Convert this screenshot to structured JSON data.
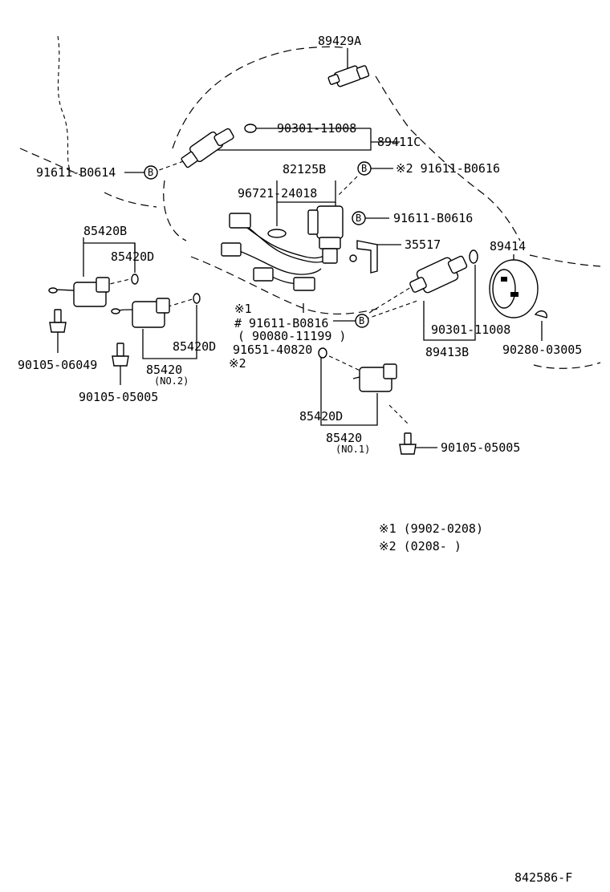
{
  "labels": {
    "p89429A": "89429A",
    "p90301_top": "90301-11008",
    "p89411C": "89411C",
    "p91611_B0614": "91611-B0614",
    "p82125B": "82125B",
    "p2_91611_B0616": "※2 91611-B0616",
    "p96721": "96721-24018",
    "p91611_B0616": "91611-B0616",
    "p35517": "35517",
    "p89414": "89414",
    "p85420B": "85420B",
    "p85420D_a": "85420D",
    "p1": "※1",
    "p91611_B0816": "# 91611-B0816",
    "p90080": "( 90080-11199 )",
    "p91651": "91651-40820",
    "p2": "※2",
    "p90301_right": "90301-11008",
    "p89413B": "89413B",
    "p90280": "90280-03005",
    "p90105_06049": "90105-06049",
    "p85420D_b": "85420D",
    "p85420_no2": "85420",
    "p_no2": "(NO.2)",
    "p90105_05005_a": "90105-05005",
    "p85420D_c": "85420D",
    "p85420_no1": "85420",
    "p_no1": "(NO.1)",
    "p90105_05005_b": "90105-05005",
    "bolt_symbol": "B"
  },
  "legend": {
    "note1": "※1 (9902-0208)",
    "note2": "※2 (0208-      )"
  },
  "footer": {
    "code": "842586-F"
  }
}
